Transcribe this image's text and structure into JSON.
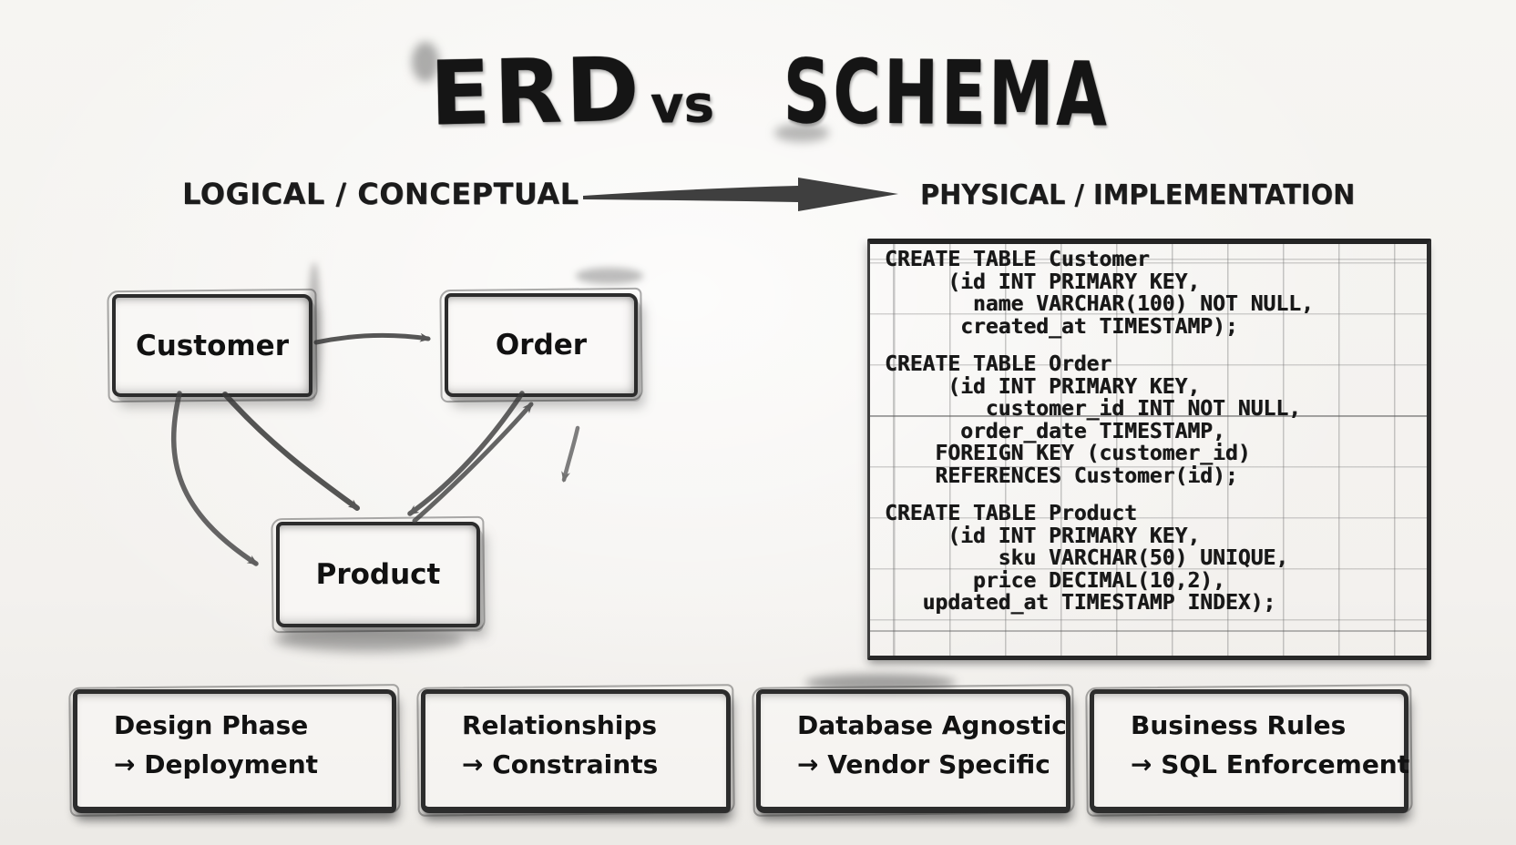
{
  "title": {
    "left": "ERD",
    "middle": "vs",
    "right": "SCHEMA"
  },
  "headers": {
    "left": "LOGICAL / CONCEPTUAL",
    "right": "PHYSICAL / IMPLEMENTATION"
  },
  "erd": {
    "entities": [
      {
        "label": "Customer"
      },
      {
        "label": "Order"
      },
      {
        "label": "Product"
      }
    ],
    "relationships": [
      "Customer to Order",
      "Customer to Product",
      "Order to Product (bidirectional)"
    ]
  },
  "schema_panel": {
    "blocks": [
      {
        "text": "CREATE TABLE Customer\n     (id INT PRIMARY KEY,\n       name VARCHAR(100) NOT NULL,\n      created_at TIMESTAMP);"
      },
      {
        "text": "CREATE TABLE Order\n     (id INT PRIMARY KEY,\n        customer_id INT NOT NULL,\n      order_date TIMESTAMP,\n    FOREIGN KEY (customer_id)\n    REFERENCES Customer(id);"
      },
      {
        "text": "CREATE TABLE Product\n     (id INT PRIMARY KEY,\n         sku VARCHAR(50) UNIQUE,\n       price DECIMAL(10,2),\n   updated_at TIMESTAMP INDEX);"
      }
    ]
  },
  "cards": [
    {
      "line1": "Design Phase",
      "line2": "→ Deployment"
    },
    {
      "line1": "Relationships",
      "line2": "→ Constraints"
    },
    {
      "line1": "Database Agnostic",
      "line2": "→ Vendor Specific"
    },
    {
      "line1": "Business Rules",
      "line2": "→ SQL Enforcement"
    }
  ],
  "colors": {
    "background": "#f5f3f0",
    "ink": "#1e1e1e",
    "grid_line": "#8f8f8f"
  }
}
